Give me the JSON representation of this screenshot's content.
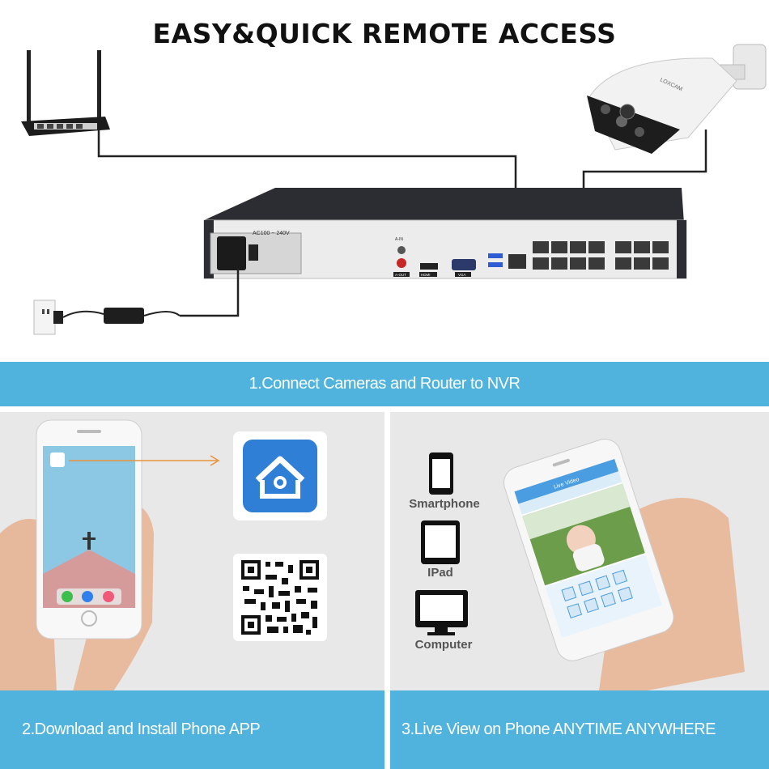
{
  "title": "EASY&QUICK REMOTE ACCESS",
  "nvr": {
    "power_label": "AC100 ~ 240V",
    "port_labels": [
      "A-IN",
      "A-OUT",
      "HDMI",
      "VGA"
    ]
  },
  "camera": {
    "brand": "LOXCAM"
  },
  "step1": "1.Connect Cameras and Router to NVR",
  "step2": "2.Download and Install Phone APP",
  "step3": "3.Live View on Phone ANYTIME ANYWHERE",
  "devices": {
    "smartphone": "Smartphone",
    "ipad": "IPad",
    "computer": "Computer"
  },
  "phone_screen": {
    "header": "Live Video"
  },
  "colors": {
    "band": "#4fb3dd",
    "panel": "#e8e8e8",
    "nvr_body": "#2c2d33",
    "arrow": "#e8943a"
  }
}
